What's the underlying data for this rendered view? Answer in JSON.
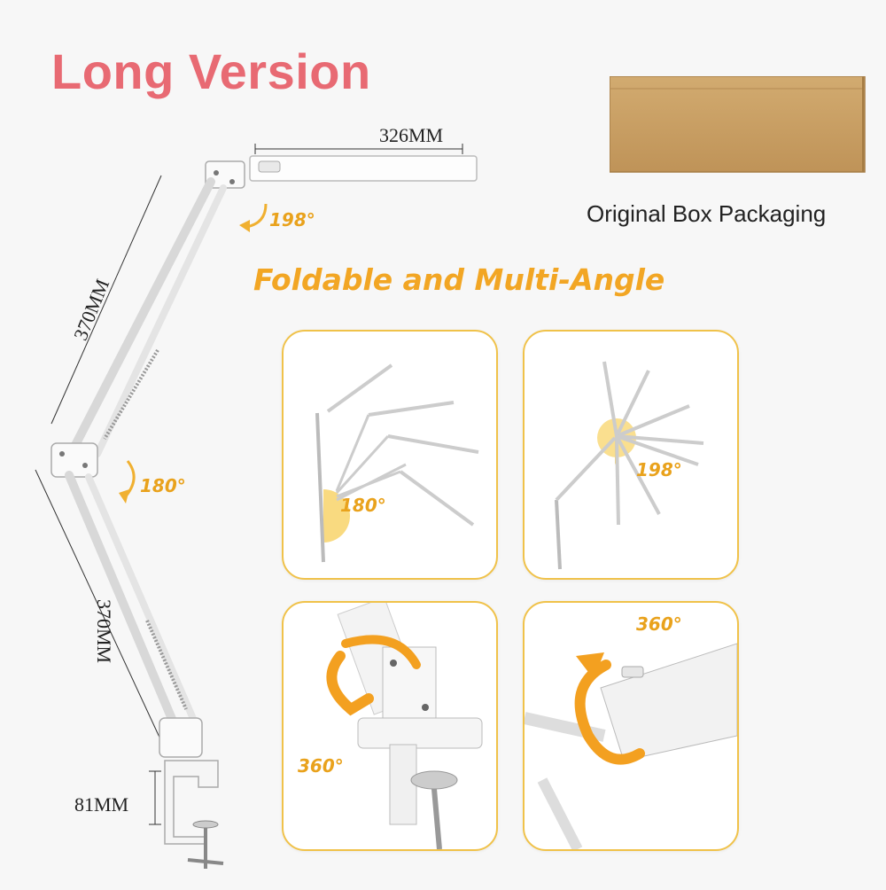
{
  "headline": "Long Version",
  "sub_headline": "Foldable and Multi-Angle",
  "packaging_caption": "Original Box Packaging",
  "dimensions": {
    "head_length": "326MM",
    "upper_arm": "370MM",
    "lower_arm": "370MM",
    "clamp": "81MM"
  },
  "angles": {
    "head_joint": "198°",
    "elbow_joint": "180°",
    "panel_1": "180°",
    "panel_2": "198°",
    "panel_3": "360°",
    "panel_4": "360°"
  },
  "colors": {
    "headline": "#e86a73",
    "accent": "#f2a624",
    "panel_border": "#f0c24a",
    "box": "#c9a063"
  }
}
